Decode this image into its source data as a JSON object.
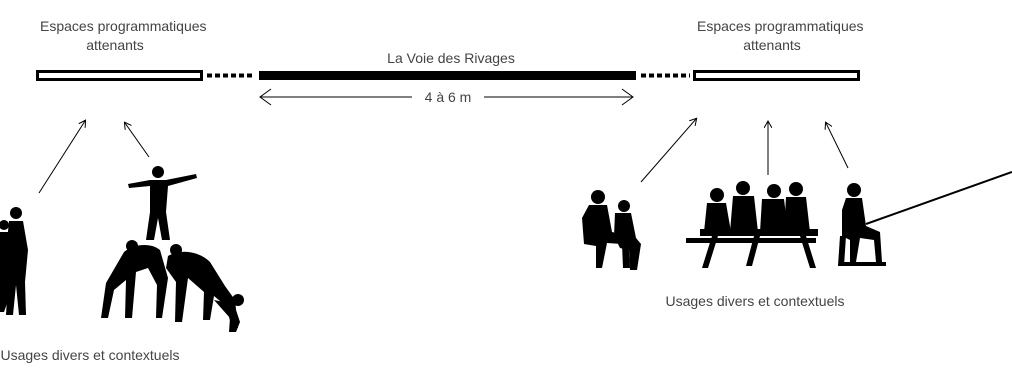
{
  "left_zone_label": {
    "line1": "Espaces programmatiques",
    "line2": "attenants"
  },
  "right_zone_label": {
    "line1": "Espaces programmatiques",
    "line2": "attenants"
  },
  "path_label": "La Voie des Rivages",
  "width_label": "4 à 6 m",
  "left_usage_label": "Usages divers et contextuels",
  "right_usage_label": "Usages divers et contextuels",
  "colors": {
    "ink": "#000000",
    "text": "#444444",
    "background": "#ffffff"
  },
  "icons": [
    "standing-people-silhouette-icon",
    "acrobatic-pyramid-silhouette-icon",
    "seated-people-silhouette-icon",
    "picnic-table-group-silhouette-icon",
    "seated-person-chair-silhouette-icon"
  ]
}
